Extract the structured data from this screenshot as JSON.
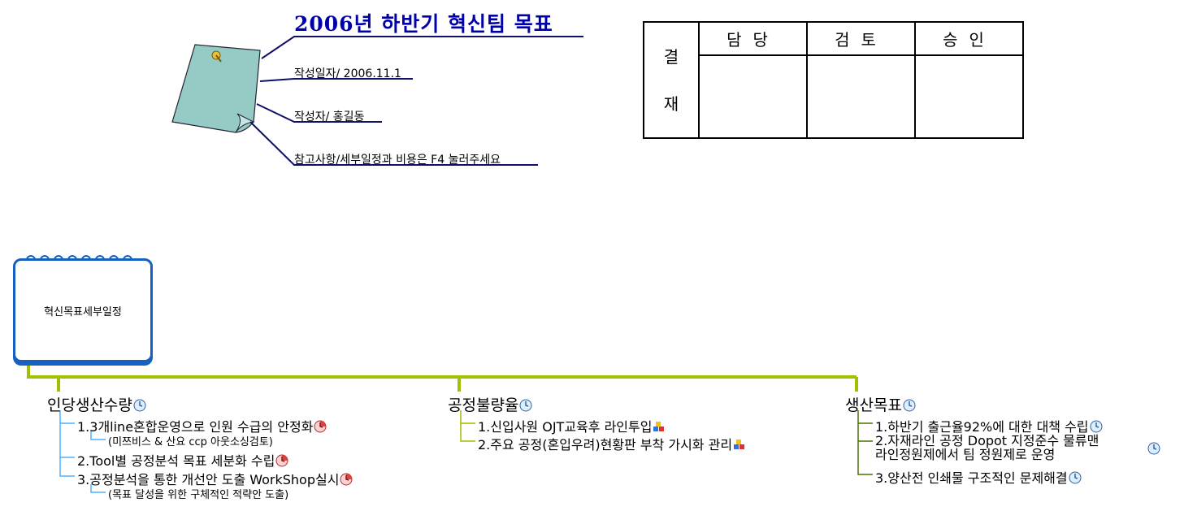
{
  "header": {
    "title": "2006년 하반기 혁신팀 목표",
    "created_date": "작성일자/ 2006.11.1",
    "author": "작성자/ 홍길동",
    "note": "참고사항/세부일정과 비용은 F4 눌러주세요"
  },
  "approval": {
    "side_top": "결",
    "side_bottom": "재",
    "headers": [
      "담당",
      "검토",
      "승인"
    ]
  },
  "notepad": {
    "label": "혁신목표세부일정"
  },
  "branches": [
    {
      "title": "인당생산수량",
      "icon": "clock-icon",
      "items": [
        {
          "text": "1.3개line혼합운영으로 인원 수급의 안정화",
          "icon": "clock-red-icon",
          "sub": "(미쯔비스 & 산요 ccp 아웃소싱검토)"
        },
        {
          "text": "2.Tool별 공정분석 목표 세분화 수립",
          "icon": "clock-red-icon"
        },
        {
          "text": "3.공정분석을 통한 개선안 도출 WorkShop실시",
          "icon": "clock-red-icon",
          "sub": "(목표 달성을 위한 구체적인 적략안 도출)"
        }
      ]
    },
    {
      "title": "공정불량율",
      "icon": "clock-icon",
      "items": [
        {
          "text": "1.신입사원 OJT교육후 라인투입",
          "icon": "boxes-icon"
        },
        {
          "text": "2.주요 공정(혼입우려)현황판 부착 가시화 관리",
          "icon": "boxes-icon"
        }
      ]
    },
    {
      "title": "생산목표",
      "icon": "clock-icon",
      "items": [
        {
          "text": "1.하반기 출근율92%에 대한 대책 수립",
          "icon": "clock-icon"
        },
        {
          "text": "2.자재라인 공정 Dopot 지정준수 물류맨",
          "text2": "라인정원제에서 팀 정원제로 운영",
          "icon": "clock-icon"
        },
        {
          "text": "3.양산전 인쇄물 구조적인 문제해결",
          "icon": "clock-icon"
        }
      ]
    }
  ],
  "colors": {
    "title_blue": "#0000aa",
    "branch_green": "#a0c000",
    "tree_line": "#4fb0ff",
    "notepad_border": "#1560c0",
    "note_paper": "#96cbc5"
  }
}
